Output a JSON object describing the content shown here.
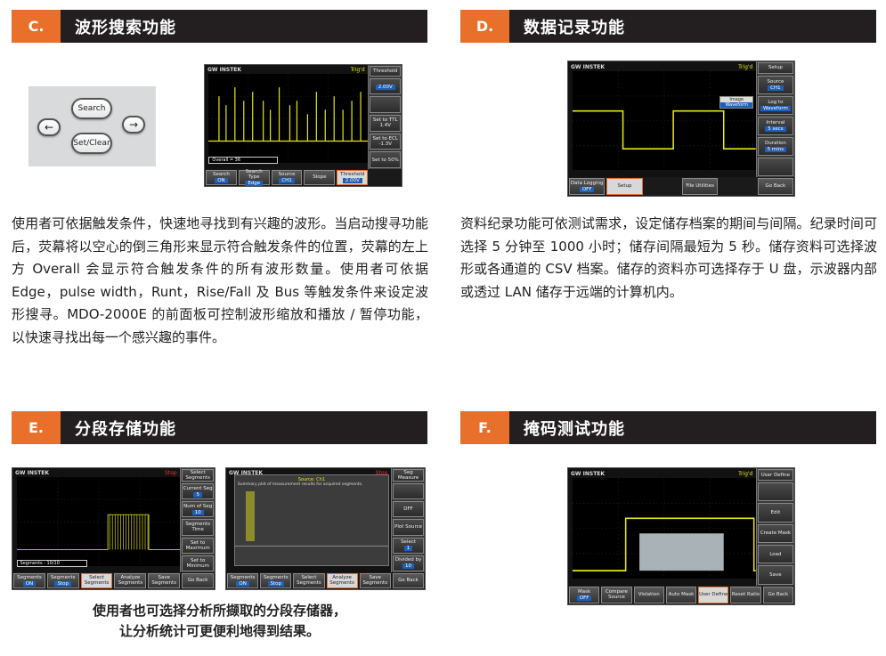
{
  "sections": {
    "c": {
      "letter": "C.",
      "title": "波形搜索功能"
    },
    "d": {
      "letter": "D.",
      "title": "数据记录功能"
    },
    "e": {
      "letter": "E.",
      "title": "分段存储功能"
    },
    "f": {
      "letter": "F.",
      "title": "掩码测试功能"
    }
  },
  "keypad": {
    "search": "Search",
    "set_clear": "Set/Clear",
    "left": "←",
    "right": "→"
  },
  "text_c": "使用者可依据触发条件，快速地寻找到有兴趣的波形。当启动搜寻功能后，荧幕将以空心的倒三角形来显示符合触发条件的位置，荧幕的左上方 Overall 会显示符合触发条件的所有波形数量。使用者可依据 Edge，pulse width，Runt，Rise/Fall 及 Bus 等触发条件来设定波形搜寻。MDO-2000E 的前面板可控制波形缩放和播放 / 暂停功能，以快速寻找出每一个感兴趣的事件。",
  "text_d": "资料纪录功能可依测试需求，设定储存档案的期间与间隔。纪录时间可选择 5 分钟至 1000 小时；储存间隔最短为 5 秒。储存资料可选择波形或各通道的 CSV 档案。储存的资料亦可选择存于 U 盘，示波器内部或透过 LAN 储存于远端的计算机内。",
  "caption_e": [
    "使用者也可选择分析所撷取的分段存储器，",
    "让分析统计可更便利地得到结果。"
  ],
  "scopes": {
    "c": {
      "brand": "GW INSTEK",
      "status": "Trig'd",
      "right": [
        {
          "label": "Threshold",
          "head": true
        },
        {
          "label": "",
          "value": "2.00V"
        },
        {
          "label": ""
        },
        {
          "label": "Set to TTL",
          "sub": "1.4V"
        },
        {
          "label": "Set to ECL",
          "sub": "-1.3V"
        },
        {
          "label": "Set to 50%"
        }
      ],
      "bottom": [
        {
          "label": "Search",
          "value": "ON"
        },
        {
          "label": "Search Type",
          "value": "Edge"
        },
        {
          "label": "Source",
          "value": "CH1"
        },
        {
          "label": "Slope"
        },
        {
          "label": "Threshold",
          "value": "2.00V",
          "sel": true
        },
        {
          "label": "",
          "blank": true
        }
      ],
      "overlay": "Overall = 36"
    },
    "d": {
      "brand": "GW INSTEK",
      "status": "Trig'd",
      "right": [
        {
          "label": "Setup",
          "head": true
        },
        {
          "label": "Source",
          "value": "CH1"
        },
        {
          "label": "Log to",
          "value": "Waveform"
        },
        {
          "label": "Interval",
          "value": "5 secs"
        },
        {
          "label": "Duration",
          "value": "5 mins"
        },
        {
          "label": ""
        }
      ],
      "bottom": [
        {
          "label": "Data Logging",
          "value": "OFF"
        },
        {
          "label": "Setup",
          "sel": true
        },
        {
          "label": "",
          "blank": true
        },
        {
          "label": "File Utilities"
        },
        {
          "label": "",
          "blank": true
        },
        {
          "label": "Go Back"
        }
      ],
      "popup": [
        "Image",
        "Waveform"
      ]
    },
    "e1": {
      "brand": "GW INSTEK",
      "status": "Stop",
      "right": [
        {
          "label": "Select Segments",
          "head": true
        },
        {
          "label": "Current Seg",
          "value": "5"
        },
        {
          "label": "Num of Seg",
          "value": "10"
        },
        {
          "label": "Segments Time"
        },
        {
          "label": "Set to Maximum"
        },
        {
          "label": "Set to Minimum"
        }
      ],
      "bottom": [
        {
          "label": "Segments",
          "value": "ON"
        },
        {
          "label": "Segments",
          "value": "Stop"
        },
        {
          "label": "Select Segments",
          "sel": true
        },
        {
          "label": "Analyze Segments"
        },
        {
          "label": "Save Segments"
        },
        {
          "label": "Go Back"
        }
      ],
      "overlay": "Segments : 10/10"
    },
    "e2": {
      "brand": "GW INSTEK",
      "status": "Stop",
      "right": [
        {
          "label": "Seg Measure",
          "head": true
        },
        {
          "label": ""
        },
        {
          "label": "DFF"
        },
        {
          "label": "Plot Source"
        },
        {
          "label": "Select",
          "value": "1"
        },
        {
          "label": "Divided by",
          "value": "10"
        }
      ],
      "bottom": [
        {
          "label": "Segments",
          "value": "ON"
        },
        {
          "label": "Segments",
          "value": "Stop"
        },
        {
          "label": "Select Segments"
        },
        {
          "label": "Analyze Segments",
          "sel": true
        },
        {
          "label": "Save Segments"
        },
        {
          "label": "Go Back"
        }
      ],
      "panel_title": "Source: Ch1",
      "panel_sub": "Summary plot of measurement results for acquired segments."
    },
    "f": {
      "brand": "GW INSTEK",
      "status": "Trig'd",
      "right": [
        {
          "label": "User Define",
          "head": true
        },
        {
          "label": ""
        },
        {
          "label": "Edit"
        },
        {
          "label": "Create Mask"
        },
        {
          "label": "Load"
        },
        {
          "label": "Save"
        }
      ],
      "bottom": [
        {
          "label": "Mask",
          "value": "OFF"
        },
        {
          "label": "Compare Source"
        },
        {
          "label": "Violation"
        },
        {
          "label": "Auto Mask"
        },
        {
          "label": "User Define",
          "sel": true
        },
        {
          "label": "Reset Ratio"
        },
        {
          "label": "Go Back"
        }
      ]
    }
  },
  "colors": {
    "accent": "#e8702a",
    "header_bg": "#231f20",
    "trace": "#e6e619"
  }
}
